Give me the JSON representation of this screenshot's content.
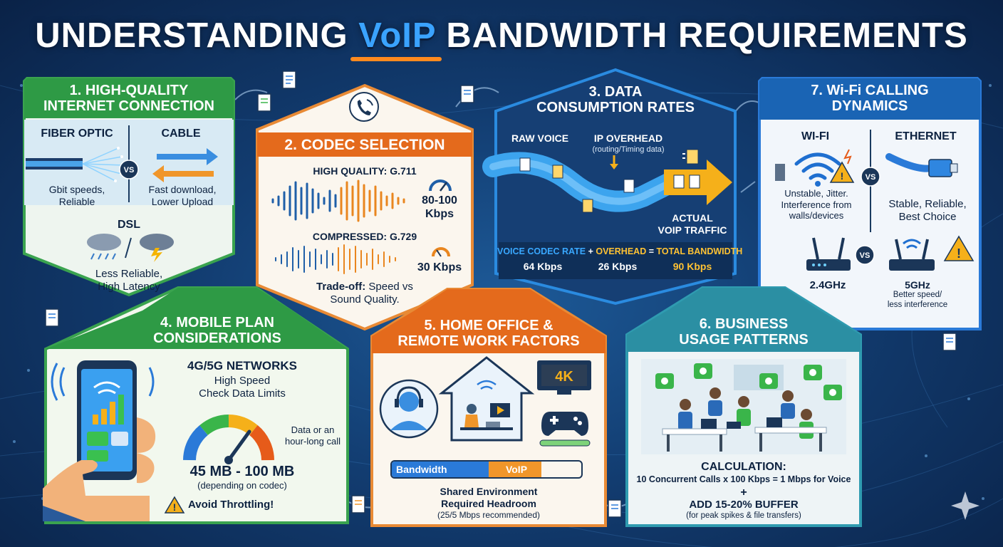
{
  "title": {
    "prefix": "UNDERSTANDING",
    "highlight": "VoIP",
    "suffix": "BANDWIDTH REQUIREMENTS"
  },
  "colors": {
    "green": "#2e9a45",
    "orange": "#e46a1c",
    "blue": "#1a64b4",
    "teal": "#2b8fa3",
    "title_highlight": "#3aa3ff"
  },
  "p1": {
    "header_line1": "1. HIGH-QUALITY",
    "header_line2": "INTERNET CONNECTION",
    "fiber_label": "FIBER OPTIC",
    "cable_label": "CABLE",
    "vs": "VS",
    "fiber_desc1": "Gbit speeds,",
    "fiber_desc2": "Reliable",
    "cable_desc1": "Fast download,",
    "cable_desc2": "Lower Upload",
    "dsl_label": "DSL",
    "dsl_desc1": "Less Reliable,",
    "dsl_desc2": "High Latency",
    "icons": [
      "fiber-optic-icon",
      "cable-arrows-icon",
      "rain-cloud-icon",
      "storm-cloud-icon"
    ]
  },
  "p2": {
    "header": "2. CODEC SELECTION",
    "hq_label": "HIGH QUALITY: G.711",
    "hq_rate1": "80-100",
    "hq_rate2": "Kbps",
    "comp_label": "COMPRESSED: G.729",
    "comp_rate": "30 Kbps",
    "tradeoff_bold": "Trade-off:",
    "tradeoff_rest": " Speed vs",
    "tradeoff_line2": "Sound Quality.",
    "icons": [
      "phone-signal-icon",
      "waveform-icon",
      "gauge-icon"
    ]
  },
  "p3": {
    "header_line1": "3. DATA",
    "header_line2": "CONSUMPTION RATES",
    "raw_voice": "RAW VOICE",
    "ip_overhead": "IP OVERHEAD",
    "ip_overhead_note": "(routing/Timing data)",
    "actual1": "ACTUAL",
    "actual2": "VOIP TRAFFIC",
    "eq_a": "VOICE CODEC RATE",
    "eq_plus": "+",
    "eq_b": "OVERHEAD",
    "eq_eq": "=",
    "eq_c": "TOTAL BANDWIDTH",
    "val_a": "64 Kbps",
    "val_b": "26 Kbps",
    "val_c": "90 Kbps",
    "icons": [
      "data-pipe-icon",
      "packet-icon"
    ]
  },
  "p4": {
    "header_line1": "4. MOBILE PLAN",
    "header_line2": "CONSIDERATIONS",
    "net_label": "4G/5G NETWORKS",
    "net_desc1": "High Speed",
    "net_desc2": "Check Data Limits",
    "gauge_note1": "Data or an",
    "gauge_note2": "hour-long call",
    "usage": "45 MB - 100 MB",
    "usage_note": "(depending on codec)",
    "warn": "Avoid Throttling!",
    "icons": [
      "smartphone-icon",
      "speed-gauge-icon",
      "warning-icon"
    ]
  },
  "p5": {
    "header_line1": "5. HOME OFFICE &",
    "header_line2": "REMOTE WORK FACTORS",
    "tv_label": "4K",
    "bar_a": "Bandwidth",
    "bar_b": "VoIP",
    "footer1": "Shared Environment",
    "footer2": "Required Headroom",
    "footer3": "(25/5 Mbps recommended)",
    "icons": [
      "headset-user-icon",
      "house-icon",
      "tv-icon",
      "gamepad-icon"
    ]
  },
  "p6": {
    "header_line1": "6. BUSINESS",
    "header_line2": "USAGE PATTERNS",
    "calc_label": "CALCULATION:",
    "calc_formula": "10 Concurrent Calls x 100 Kbps = 1 Mbps for Voice",
    "plus": "+",
    "buffer": "ADD 15-20% BUFFER",
    "buffer_note": "(for peak spikes & file transfers)",
    "icons": [
      "office-team-icon",
      "chat-phone-icon"
    ]
  },
  "p7": {
    "header_line1": "7. Wi-Fi CALLING",
    "header_line2": "DYNAMICS",
    "wifi_label": "WI-FI",
    "eth_label": "ETHERNET",
    "vs": "VS",
    "wifi_desc1": "Unstable, Jitter.",
    "wifi_desc2": "Interference from",
    "wifi_desc3": "walls/devices",
    "eth_desc1": "Stable, Reliable,",
    "eth_desc2": "Best Choice",
    "band_a": "2.4GHz",
    "band_b": "5GHz",
    "band_b_note1": "Better speed/",
    "band_b_note2": "less interference",
    "icons": [
      "wifi-icon",
      "ethernet-cable-icon",
      "router-icon",
      "warning-icon"
    ]
  }
}
